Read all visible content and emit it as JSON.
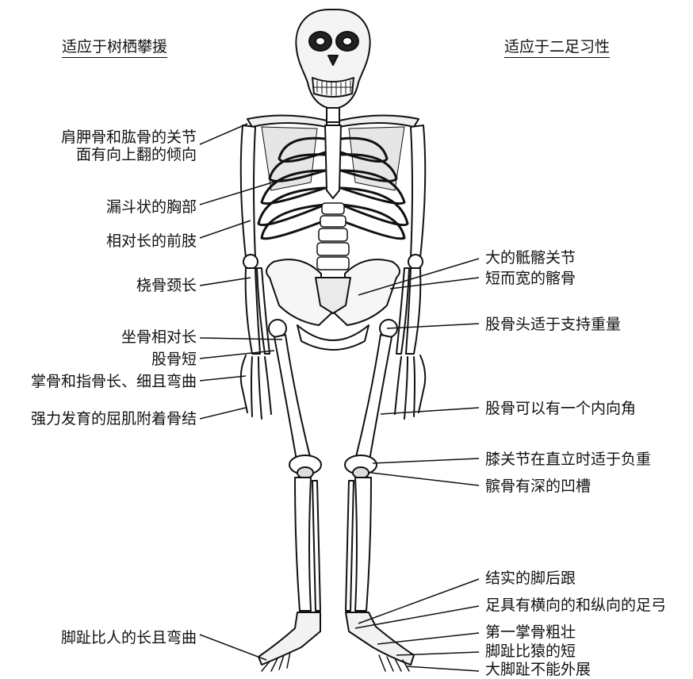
{
  "headings": {
    "left": "适应于树栖攀援",
    "right": "适应于二足习性"
  },
  "left_labels": [
    {
      "id": "shoulder",
      "lines": [
        "肩胛骨和肱骨的关节",
        "面有向上翻的倾向"
      ]
    },
    {
      "id": "chest",
      "lines": [
        "漏斗状的胸部"
      ]
    },
    {
      "id": "forelimb",
      "lines": [
        "相对长的前肢"
      ]
    },
    {
      "id": "radius-neck",
      "lines": [
        "桡骨颈长"
      ]
    },
    {
      "id": "ischium",
      "lines": [
        "坐骨相对长"
      ]
    },
    {
      "id": "femur-short",
      "lines": [
        "股骨短"
      ]
    },
    {
      "id": "metacarpal",
      "lines": [
        "掌骨和指骨长、细且弯曲"
      ]
    },
    {
      "id": "flexor",
      "lines": [
        "强力发育的屈肌附着骨结"
      ]
    },
    {
      "id": "toe-long",
      "lines": [
        "脚趾比人的长且弯曲"
      ]
    }
  ],
  "right_labels": [
    {
      "id": "sacroiliac",
      "lines": [
        "大的骶髂关节"
      ]
    },
    {
      "id": "ilium",
      "lines": [
        "短而宽的髂骨"
      ]
    },
    {
      "id": "femur-head",
      "lines": [
        "股骨头适于支持重量"
      ]
    },
    {
      "id": "femur-angle",
      "lines": [
        "股骨可以有一个内向角"
      ]
    },
    {
      "id": "knee",
      "lines": [
        "膝关节在直立时适于负重"
      ]
    },
    {
      "id": "patella",
      "lines": [
        "髌骨有深的凹槽"
      ]
    },
    {
      "id": "heel",
      "lines": [
        "结实的脚后跟"
      ]
    },
    {
      "id": "arch",
      "lines": [
        "足具有横向的和纵向的足弓"
      ]
    },
    {
      "id": "first-metatarsal",
      "lines": [
        "第一掌骨粗壮"
      ]
    },
    {
      "id": "toe-short",
      "lines": [
        "脚趾比猿的短"
      ]
    },
    {
      "id": "big-toe",
      "lines": [
        "大脚趾不能外展"
      ]
    }
  ]
}
